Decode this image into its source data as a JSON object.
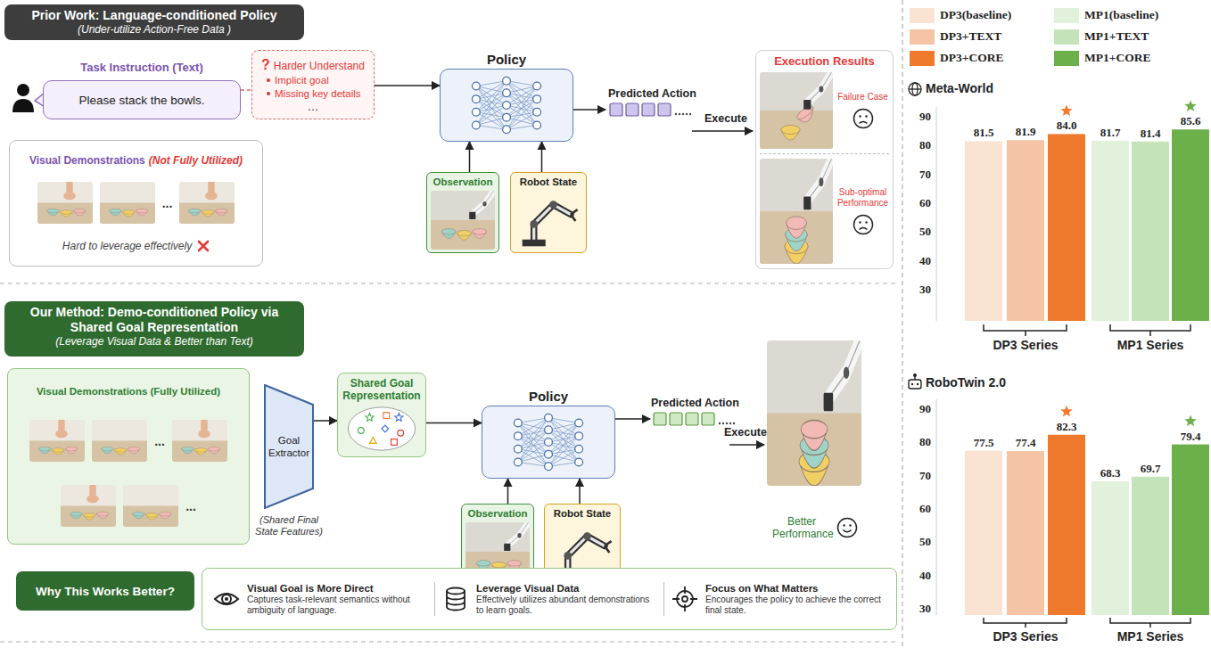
{
  "diagram": {
    "nodes": [
      {
        "text": [
          "Prior Work: Language-conditioned Policy",
          "(Under-utilize Action-Free Data )"
        ]
      },
      {
        "text": [
          "Task Instruction (Text)",
          "Please stack the bowls."
        ]
      },
      {
        "text": [
          "?",
          "Harder Understand",
          "Implicit goal",
          "Missing key details",
          "…"
        ]
      },
      {
        "text": [
          "Policy"
        ]
      },
      {
        "text": [
          "Observation"
        ]
      },
      {
        "text": [
          "Robot State"
        ]
      },
      {
        "text": [
          "Execution Results",
          "Failure Case",
          "Sub-optimal Performance"
        ]
      },
      {
        "text": [
          "Visual Demonstrations",
          "(Not Fully Utilized)",
          "...",
          "Hard to leverage effectively"
        ]
      },
      {
        "text": [
          "Our Method: Demo-conditioned Policy via Shared Goal Representation",
          "(Leverage Visual Data & Better than Text)"
        ]
      },
      {
        "text": [
          "Visual Demonstrations (Fully Utilized)",
          "...",
          "..."
        ]
      },
      {
        "text": [
          "Goal Extractor",
          "(Shared Final State Features)"
        ]
      },
      {
        "text": [
          "Shared Goal Representation"
        ]
      },
      {
        "text": [
          "Policy"
        ]
      },
      {
        "text": [
          "Observation"
        ]
      },
      {
        "text": [
          "Robot State"
        ]
      },
      {
        "text": [
          "Why This Works Better?"
        ]
      },
      {
        "text": [
          "Visual Goal is More Direct",
          "Captures task-relevant semantics without ambiguity of language.",
          "Leverage Visual Data",
          "Effectively utilizes abundant demonstrations to learn goals.",
          "Focus on What Matters",
          "Encourages the policy to achieve the correct final state."
        ]
      }
    ],
    "edges": [
      {
        "from": 1,
        "to": 2,
        "arrow": "none"
      },
      {
        "from": 2,
        "to": 3,
        "arrow": "to"
      },
      {
        "from": 4,
        "to": 3,
        "arrow": "to"
      },
      {
        "from": 5,
        "to": 3,
        "arrow": "to"
      },
      {
        "from": 10,
        "to": 11,
        "arrow": "to"
      },
      {
        "from": 11,
        "to": 12,
        "arrow": "to"
      },
      {
        "from": 13,
        "to": 12,
        "arrow": "to"
      },
      {
        "from": 14,
        "to": 12,
        "arrow": "to"
      }
    ],
    "labels": [
      "Predicted Action",
      "Execute",
      "Predicted Action",
      "Execute",
      "Better Performance",
      "Meta-World",
      "90",
      "80",
      "70",
      "60",
      "50",
      "40",
      "30",
      "81.5",
      "81.9",
      "84.0",
      "81.7",
      "81.4",
      "85.6",
      "DP3 Series",
      "MP1 Series",
      "RoboTwin 2.0",
      "90",
      "80",
      "70",
      "60",
      "50",
      "40",
      "30",
      "77.5",
      "77.4",
      "82.3",
      "68.3",
      "69.7",
      "79.4",
      "DP3 Series",
      "MP1 Series"
    ],
    "legend": [
      {
        "text": "DP3(baseline)",
        "color": "#fbe3d4"
      },
      {
        "text": "DP3+TEXT",
        "color": "#f5c3a5"
      },
      {
        "text": "DP3+CORE",
        "color": "#ef7a2e"
      },
      {
        "text": "MP1(baseline)",
        "color": "#e1f1dc"
      },
      {
        "text": "MP1+TEXT",
        "color": "#c4e3b8"
      },
      {
        "text": "MP1+CORE",
        "color": "#6cb04a"
      }
    ]
  }
}
